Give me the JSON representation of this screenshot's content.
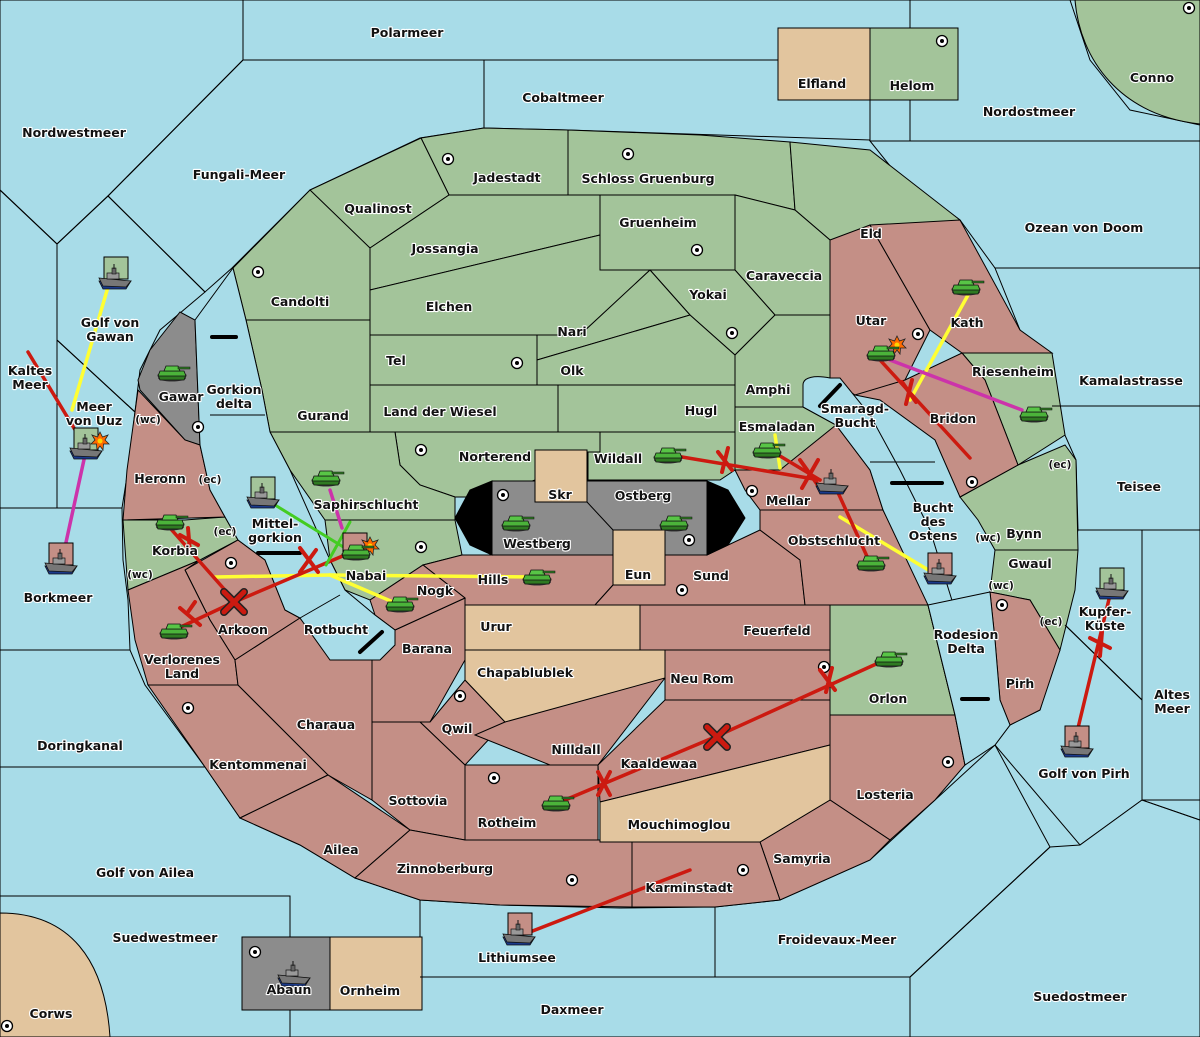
{
  "colors": {
    "sea": "#a8dce8",
    "power_green": "#a3c49a",
    "power_red": "#c48f86",
    "power_tan": "#e2c59e",
    "power_gray": "#8c8c8c",
    "order_move_red": "#cc1a10",
    "order_move_yellow": "#ffff33",
    "order_support_magenta": "#cc33aa",
    "order_convoy_green": "#44cc22"
  },
  "regions": {
    "polarmeer": "Polarmeer",
    "cobaltmeer": "Cobaltmeer",
    "nordwestmeer": "Nordwestmeer",
    "fungali_meer": "Fungali-Meer",
    "elfland": "Elfland",
    "helom": "Helom",
    "conno": "Conno",
    "nordostmeer": "Nordostmeer",
    "ozean_von_doom": "Ozean von Doom",
    "jadestadt": "Jadestadt",
    "schloss_gruenburg": "Schloss Gruenburg",
    "qualinost": "Qualinost",
    "jossangia": "Jossangia",
    "gruenheim": "Gruenheim",
    "eld": "Eld",
    "candolti": "Candolti",
    "elchen": "Elchen",
    "caraveccia": "Caraveccia",
    "yokai": "Yokai",
    "nari": "Nari",
    "utar": "Utar",
    "kath": "Kath",
    "tel": "Tel",
    "olk": "Olk",
    "amphi": "Amphi",
    "riesenheim": "Riesenheim",
    "kamalastrasse": "Kamalastrasse",
    "golf_von_gawan_1": "Golf von",
    "golf_von_gawan_2": "Gawan",
    "kaltes_meer_1": "Kaltes",
    "kaltes_meer_2": "Meer",
    "meer_von_uuz_1": "Meer",
    "meer_von_uuz_2": "von Uuz",
    "gawar": "Gawar",
    "gorkion_delta_1": "Gorkion",
    "gorkion_delta_2": "delta",
    "gurand": "Gurand",
    "land_der_wiesel": "Land der Wiesel",
    "hugl": "Hugl",
    "smaragd_bucht_1": "Smaragd-",
    "smaragd_bucht_2": "Bucht",
    "bridon": "Bridon",
    "esmaladan": "Esmaladan",
    "heronn": "Heronn",
    "norterend": "Norterend",
    "wildall": "Wildall",
    "skr": "Skr",
    "ostberg": "Ostberg",
    "mellar": "Mellar",
    "teisee": "Teisee",
    "saphirschlucht": "Saphirschlucht",
    "westberg": "Westberg",
    "mittelgorkion_1": "Mittel-",
    "mittelgorkion_2": "gorkion",
    "korbia": "Korbia",
    "bucht_des_ostens_1": "Bucht",
    "bucht_des_ostens_2": "des",
    "bucht_des_ostens_3": "Ostens",
    "obstschlucht": "Obstschlucht",
    "bynn": "Bynn",
    "nabai": "Nabai",
    "eun": "Eun",
    "sund": "Sund",
    "hills": "Hills",
    "gwaul": "Gwaul",
    "nogk": "Nogk",
    "borkmeer": "Borkmeer",
    "kupfer_kueste_1": "Kupfer-",
    "kupfer_kueste_2": "Küste",
    "urur": "Urur",
    "arkoon": "Arkoon",
    "rotbucht": "Rotbucht",
    "feuerfeld": "Feuerfeld",
    "rodesion_delta_1": "Rodesion",
    "rodesion_delta_2": "Delta",
    "barana": "Barana",
    "verlorenes_land_1": "Verlorenes",
    "verlorenes_land_2": "Land",
    "chapablublek": "Chapablublek",
    "neu_rom": "Neu Rom",
    "pirh": "Pirh",
    "altes_meer_1": "Altes",
    "altes_meer_2": "Meer",
    "orlon": "Orlon",
    "charaua": "Charaua",
    "qwil": "Qwil",
    "doringkanal": "Doringkanal",
    "nilldall": "Nilldall",
    "kaaldewaa": "Kaaldewaa",
    "kentommenai": "Kentommenai",
    "golf_von_pirh": "Golf von Pirh",
    "losteria": "Losteria",
    "sottovia": "Sottovia",
    "rotheim": "Rotheim",
    "mouchimoglou": "Mouchimoglou",
    "ailea": "Ailea",
    "samyria": "Samyria",
    "golf_von_ailea": "Golf von Ailea",
    "zinnoberburg": "Zinnoberburg",
    "karminstadt": "Karminstadt",
    "suedwestmeer": "Suedwestmeer",
    "froidevaux_meer": "Froidevaux-Meer",
    "lithiumsee": "Lithiumsee",
    "abaun": "Abaun",
    "ornheim": "Ornheim",
    "suedostmeer": "Suedostmeer",
    "daxmeer": "Daxmeer",
    "corws": "Corws"
  },
  "coast_labels": {
    "wc": "(wc)",
    "ec": "(ec)"
  },
  "units": [
    {
      "type": "fleet",
      "location": "Golf von Gawan",
      "owner": "green"
    },
    {
      "type": "fleet",
      "location": "Meer von Uuz",
      "owner": "green",
      "dislodged": true
    },
    {
      "type": "fleet",
      "location": "Borkmeer",
      "owner": "red"
    },
    {
      "type": "army",
      "location": "Gawar",
      "owner": "gray"
    },
    {
      "type": "army",
      "location": "Korbia",
      "owner": "green"
    },
    {
      "type": "army",
      "location": "Verlorenes Land",
      "owner": "green"
    },
    {
      "type": "fleet",
      "location": "Mittelgorkion",
      "owner": "green"
    },
    {
      "type": "army",
      "location": "Saphirschlucht",
      "owner": "green"
    },
    {
      "type": "army",
      "location": "Nabai",
      "owner": "red",
      "dislodged": true
    },
    {
      "type": "army",
      "location": "Nogk",
      "owner": "green"
    },
    {
      "type": "army",
      "location": "Hills",
      "owner": "green"
    },
    {
      "type": "army",
      "location": "Westberg",
      "owner": "gray"
    },
    {
      "type": "army",
      "location": "Ostberg",
      "owner": "gray"
    },
    {
      "type": "army",
      "location": "Wildall",
      "owner": "green"
    },
    {
      "type": "army",
      "location": "Esmaladan",
      "owner": "green"
    },
    {
      "type": "fleet",
      "location": "Mellar",
      "owner": "green"
    },
    {
      "type": "army",
      "location": "Obstschlucht",
      "owner": "green"
    },
    {
      "type": "fleet",
      "location": "Bucht des Ostens",
      "owner": "red"
    },
    {
      "type": "army",
      "location": "Kath",
      "owner": "green"
    },
    {
      "type": "army",
      "location": "Utar",
      "owner": "green",
      "dislodged": true
    },
    {
      "type": "army",
      "location": "Riesenheim",
      "owner": "green"
    },
    {
      "type": "fleet",
      "location": "Kupfer-Küste",
      "owner": "green"
    },
    {
      "type": "fleet",
      "location": "Golf von Pirh",
      "owner": "red"
    },
    {
      "type": "army",
      "location": "Orlon",
      "owner": "green"
    },
    {
      "type": "army",
      "location": "Rotheim",
      "owner": "green"
    },
    {
      "type": "fleet",
      "location": "Lithiumsee",
      "owner": "red"
    },
    {
      "type": "fleet",
      "location": "Abaun",
      "owner": "gray"
    }
  ]
}
